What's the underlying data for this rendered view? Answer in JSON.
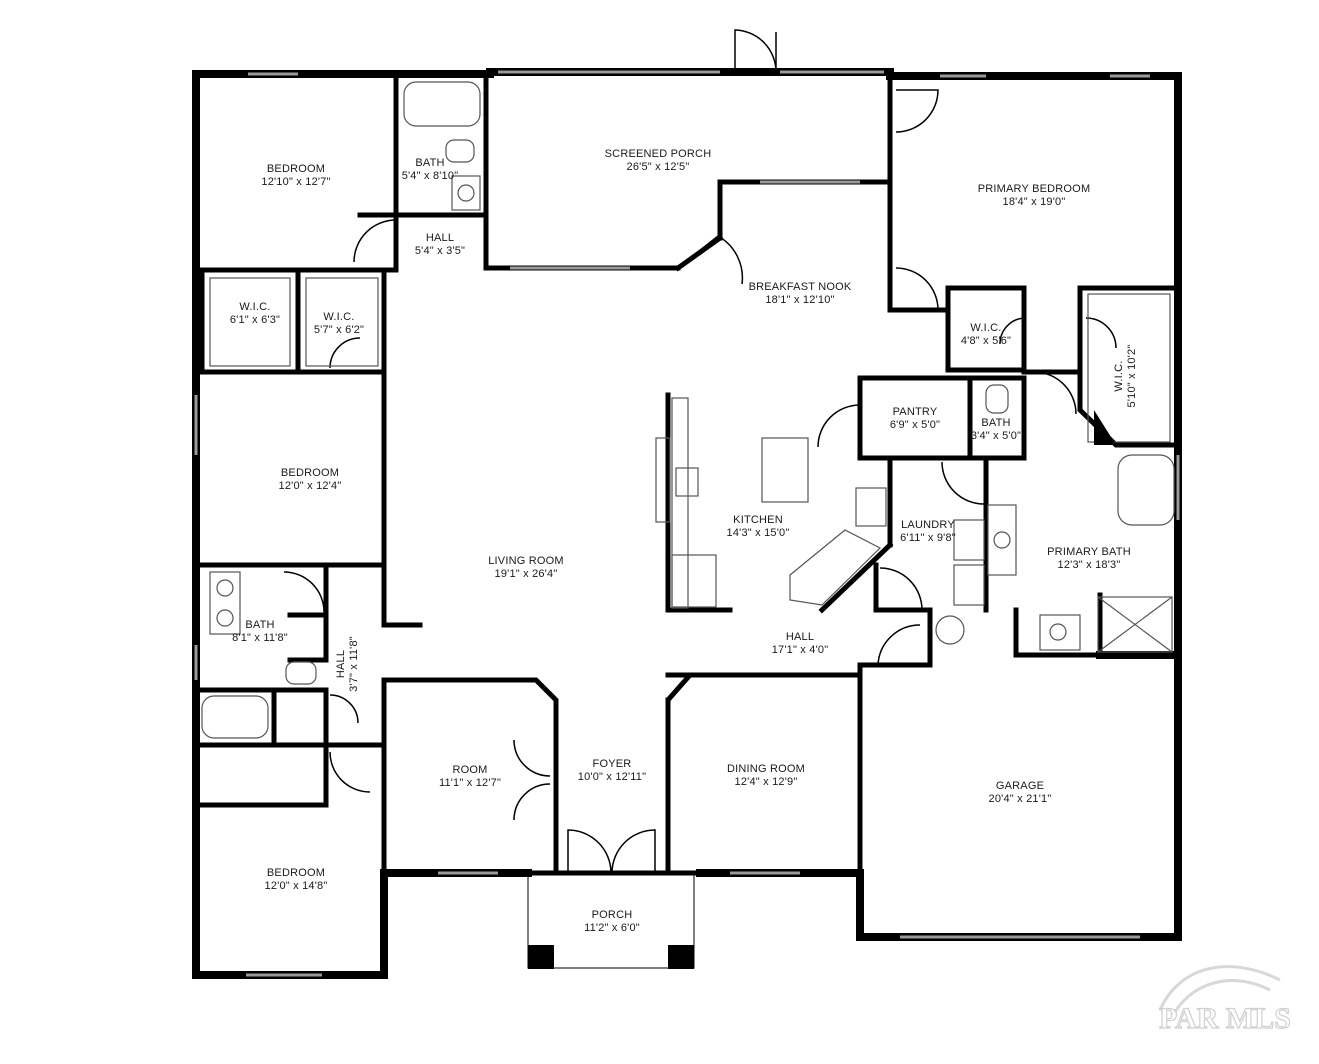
{
  "rooms": [
    {
      "id": "bedroom-nw",
      "name": "BEDROOM",
      "dims": "12'10\" x 12'7\""
    },
    {
      "id": "bath-n",
      "name": "BATH",
      "dims": "5'4\" x 8'10\""
    },
    {
      "id": "hall-n",
      "name": "HALL",
      "dims": "5'4\" x 3'5\""
    },
    {
      "id": "screened-porch",
      "name": "SCREENED PORCH",
      "dims": "26'5\" x 12'5\""
    },
    {
      "id": "primary-bedroom",
      "name": "PRIMARY BEDROOM",
      "dims": "18'4\" x 19'0\""
    },
    {
      "id": "breakfast-nook",
      "name": "BREAKFAST NOOK",
      "dims": "18'1\" x 12'10\""
    },
    {
      "id": "wic-1",
      "name": "W.I.C.",
      "dims": "6'1\" x 6'3\""
    },
    {
      "id": "wic-2",
      "name": "W.I.C.",
      "dims": "5'7\" x 6'2\""
    },
    {
      "id": "wic-3",
      "name": "W.I.C.",
      "dims": "4'8\" x 5'6\""
    },
    {
      "id": "wic-4",
      "name": "W.I.C.",
      "dims": "5'10\" x 10'2\""
    },
    {
      "id": "pantry",
      "name": "PANTRY",
      "dims": "6'9\" x 5'0\""
    },
    {
      "id": "bath-small",
      "name": "BATH",
      "dims": "3'4\" x 5'0\""
    },
    {
      "id": "bedroom-w",
      "name": "BEDROOM",
      "dims": "12'0\" x 12'4\""
    },
    {
      "id": "kitchen",
      "name": "KITCHEN",
      "dims": "14'3\" x 15'0\""
    },
    {
      "id": "laundry",
      "name": "LAUNDRY",
      "dims": "6'11\" x 9'8\""
    },
    {
      "id": "primary-bath",
      "name": "PRIMARY BATH",
      "dims": "12'3\" x 18'3\""
    },
    {
      "id": "living-room",
      "name": "LIVING ROOM",
      "dims": "19'1\" x 26'4\""
    },
    {
      "id": "bath-w",
      "name": "BATH",
      "dims": "8'1\" x 11'8\""
    },
    {
      "id": "hall-w",
      "name": "HALL",
      "dims": "3'7\" x 11'8\""
    },
    {
      "id": "hall-center",
      "name": "HALL",
      "dims": "17'1\" x 4'0\""
    },
    {
      "id": "room",
      "name": "ROOM",
      "dims": "11'1\" x 12'7\""
    },
    {
      "id": "foyer",
      "name": "FOYER",
      "dims": "10'0\" x 12'11\""
    },
    {
      "id": "dining-room",
      "name": "DINING ROOM",
      "dims": "12'4\" x 12'9\""
    },
    {
      "id": "garage",
      "name": "GARAGE",
      "dims": "20'4\" x 21'1\""
    },
    {
      "id": "bedroom-sw",
      "name": "BEDROOM",
      "dims": "12'0\" x 14'8\""
    },
    {
      "id": "porch",
      "name": "PORCH",
      "dims": "11'2\" x 6'0\""
    }
  ],
  "watermark": {
    "text": "PAR MLS"
  },
  "colors": {
    "wall": "#000000",
    "fixture": "#555555",
    "window": "#9a9a9a",
    "background": "#ffffff"
  }
}
